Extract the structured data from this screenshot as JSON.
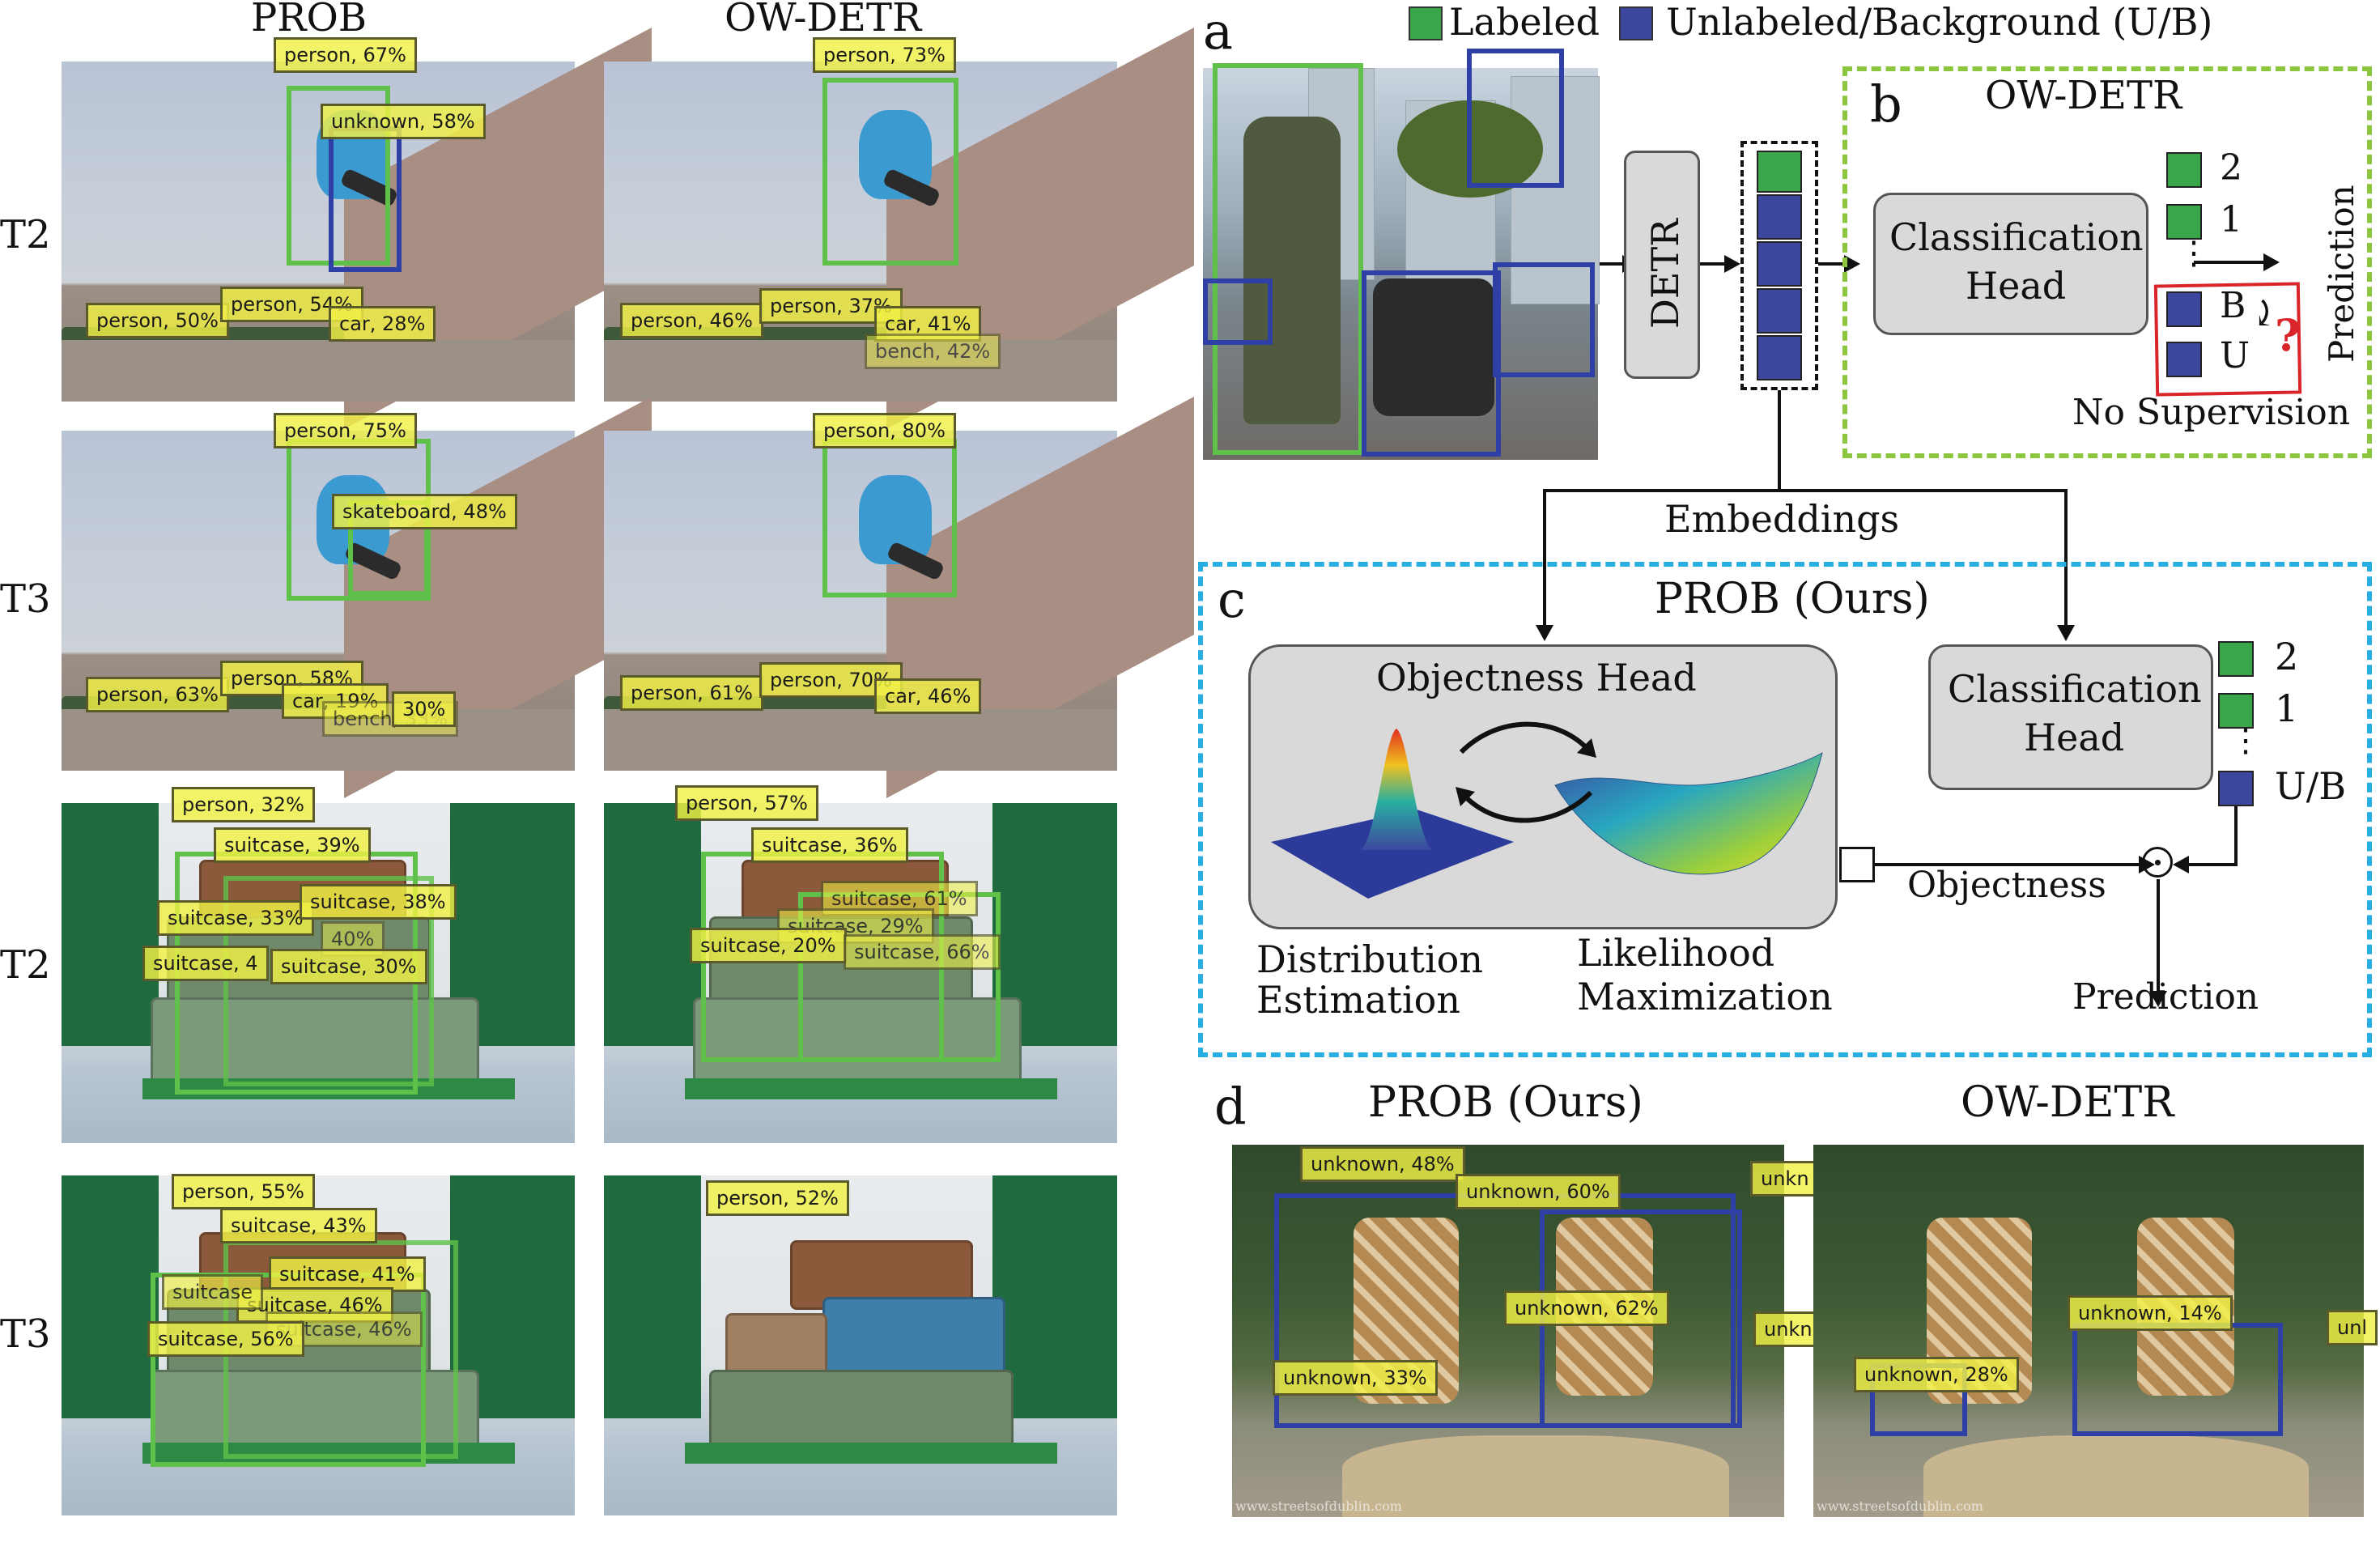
{
  "left_grid": {
    "col_headers": [
      "PROB",
      "OW-DETR"
    ],
    "row_labels": [
      "T2",
      "T3",
      "T2",
      "T3"
    ],
    "panels": {
      "r1_prob": [
        "person, 67%",
        "unknown, 58%",
        "person, 50%",
        "person, 54%",
        "car, 28%"
      ],
      "r1_ow": [
        "person, 73%",
        "person, 46%",
        "person, 37%",
        "car, 41%",
        "bench, 42%"
      ],
      "r2_prob": [
        "person, 75%",
        "skateboard, 48%",
        "person, 63%",
        "person, 58%",
        "car, 19%",
        "bench, 33%",
        "30%"
      ],
      "r2_ow": [
        "person, 80%",
        "person, 61%",
        "person, 70%",
        "car, 46%"
      ],
      "r3_prob": [
        "person, 32%",
        "suitcase, 39%",
        "suitcase, 33%",
        "suitcase, 38%",
        "40%",
        "suitcase, 4",
        "suitcase, 30%"
      ],
      "r3_ow": [
        "person, 57%",
        "suitcase, 36%",
        "suitcase, 61%",
        "suitcase, 29%",
        "suitcase, 20%",
        "suitcase, 66%"
      ],
      "r4_prob": [
        "person, 55%",
        "suitcase, 43%",
        "suitcase, 41%",
        "suitcase, 46%",
        "suitcase, 46%",
        "suitcase, 56%",
        "suitcase"
      ],
      "r4_ow": [
        "person, 52%"
      ]
    }
  },
  "diagram": {
    "legend": {
      "labeled": "Labeled",
      "unlabeled": "Unlabeled/Background (U/B)"
    },
    "panel_a": {
      "letter": "a",
      "detr": "DETR"
    },
    "panel_b": {
      "letter": "b",
      "title": "OW-DETR",
      "head": [
        "Classification",
        "Head"
      ],
      "outputs": [
        "2",
        "1",
        "B",
        "U"
      ],
      "question": "?",
      "prediction": "Prediction",
      "no_supervision": "No Supervision"
    },
    "embeddings": "Embeddings",
    "panel_c": {
      "letter": "c",
      "title": "PROB (Ours)",
      "objectness_head": "Objectness Head",
      "class_head": [
        "Classification",
        "Head"
      ],
      "outputs": [
        "2",
        "1",
        "U/B"
      ],
      "objectness": "Objectness",
      "dist": [
        "Distribution",
        "Estimation"
      ],
      "lik": [
        "Likelihood",
        "Maximization"
      ],
      "prediction": "Prediction"
    },
    "panel_d": {
      "letter": "d",
      "left_title": "PROB (Ours)",
      "right_title": "OW-DETR",
      "prob_labels": [
        "unknown, 48%",
        "unknown, 60%",
        "unkn",
        "unknown, 62%",
        "unknown, 33%",
        "unkn"
      ],
      "ow_labels": [
        "unknown, 14%",
        "unknown, 28%",
        "unl"
      ],
      "watermark": "www.streetsofdublin.com"
    }
  },
  "colors": {
    "labeled": "#39a64a",
    "unlabeled": "#3c48a0",
    "dash_b": "#8cc63f",
    "dash_c": "#29aee2",
    "question": "#d9252a"
  }
}
